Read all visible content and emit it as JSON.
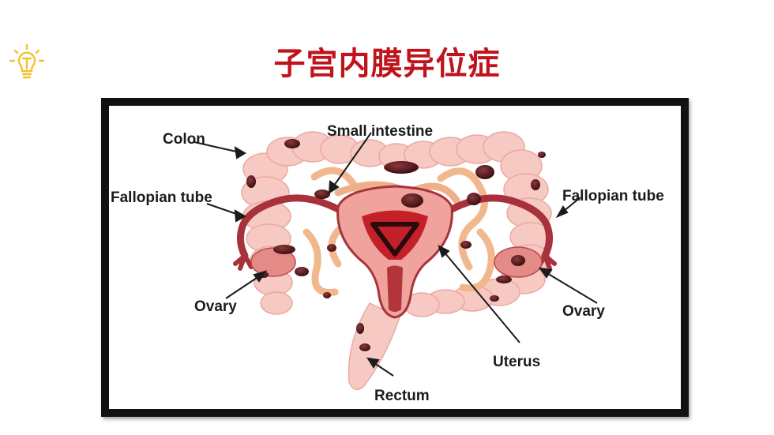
{
  "title": "子宫内膜异位症",
  "icon": "lightbulb-icon",
  "colors": {
    "title": "#c0141c",
    "bulb": "#f2c12e",
    "frame": "#111111",
    "colon": "#f7c9c3",
    "uterus": "#a8323b",
    "lesion": "#5a1a1e",
    "intestine": "#f1b88e"
  },
  "labels": {
    "colon": "Colon",
    "small_intestine": "Small intestine",
    "fallopian_left": "Fallopian tube",
    "fallopian_right": "Fallopian tube",
    "ovary_left": "Ovary",
    "ovary_right": "Ovary",
    "uterus": "Uterus",
    "rectum": "Rectum"
  }
}
